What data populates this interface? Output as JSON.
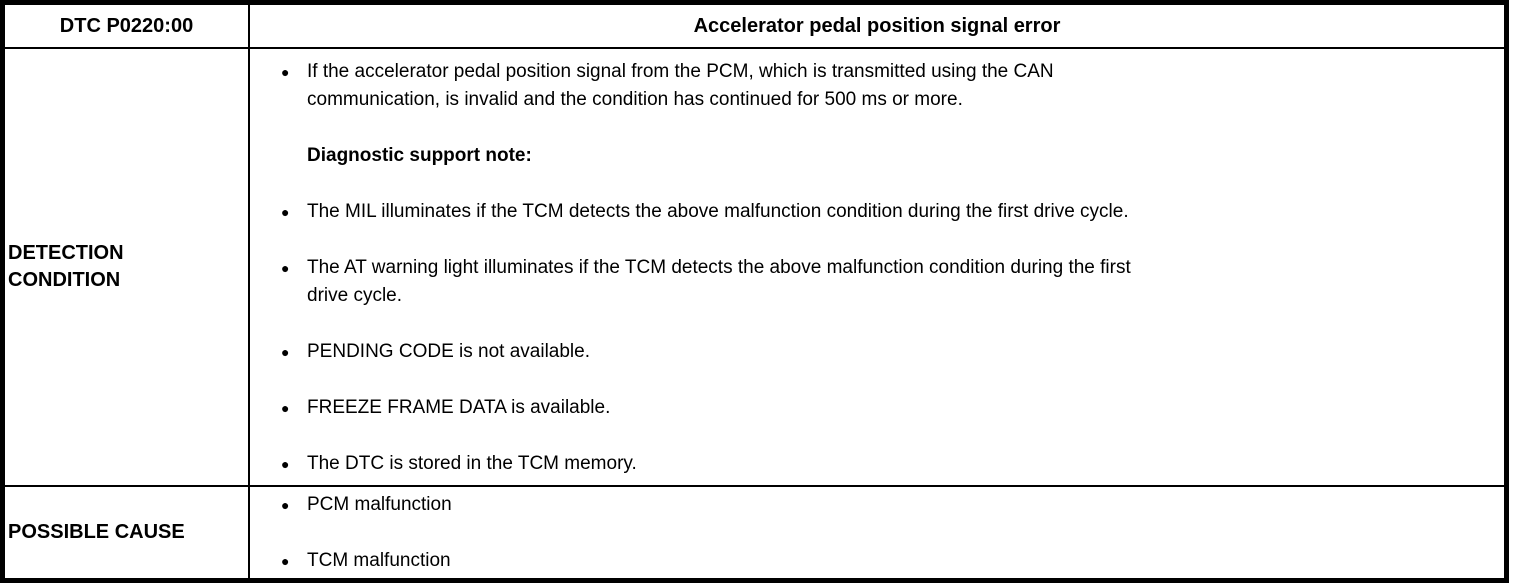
{
  "page": {
    "background_color": "#ffffff",
    "border_color": "#000000",
    "bullet_glyph": "●"
  },
  "table": {
    "header": {
      "dtc_code": "DTC P0220:00",
      "title": "Accelerator pedal position signal error"
    },
    "detection_condition": {
      "label": "DETECTION\nCONDITION",
      "items": [
        {
          "type": "bullet",
          "text": "If the accelerator pedal position signal from the PCM, which is transmitted using the CAN\ncommunication, is invalid and the condition has continued for 500 ms or more."
        },
        {
          "type": "note",
          "text": "Diagnostic support note:"
        },
        {
          "type": "bullet",
          "text": "The MIL illuminates if the TCM detects the above malfunction condition during the first drive cycle."
        },
        {
          "type": "bullet",
          "text": "The AT warning light illuminates if the TCM detects the above malfunction condition during the first\ndrive cycle."
        },
        {
          "type": "bullet",
          "text": "PENDING CODE is not available."
        },
        {
          "type": "bullet",
          "text": "FREEZE FRAME DATA is available."
        },
        {
          "type": "bullet",
          "text": "The DTC is stored in the TCM memory."
        }
      ]
    },
    "possible_cause": {
      "label": "POSSIBLE CAUSE",
      "items": [
        {
          "type": "bullet",
          "text": "PCM malfunction"
        },
        {
          "type": "bullet",
          "text": "TCM malfunction"
        }
      ]
    }
  }
}
